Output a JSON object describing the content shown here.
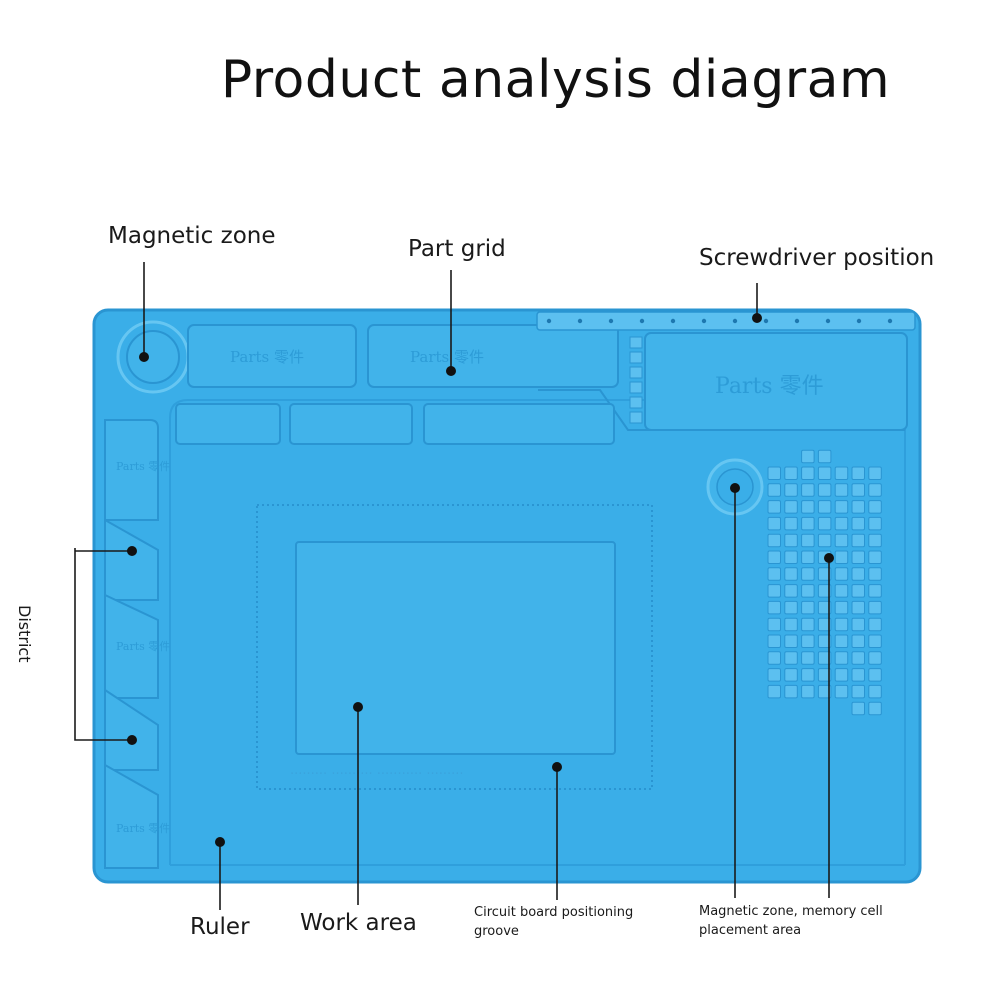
{
  "title": "Product analysis diagram",
  "colors": {
    "mat": "#3aaee8",
    "mat_dark": "#2a95d2",
    "mat_light": "#5cc0f0",
    "groove": "#66c6f2",
    "marker": "#111111"
  },
  "callouts": {
    "magnetic_zone": "Magnetic zone",
    "part_grid": "Part grid",
    "screwdriver_position": "Screwdriver position",
    "district": "District",
    "ruler": "Ruler",
    "work_area": "Work area",
    "circuit_board_groove": "Circuit board positioning groove",
    "magnetic_memory": "Magnetic zone, memory cell placement area"
  },
  "mat_text": {
    "parts": "Parts 零件"
  }
}
